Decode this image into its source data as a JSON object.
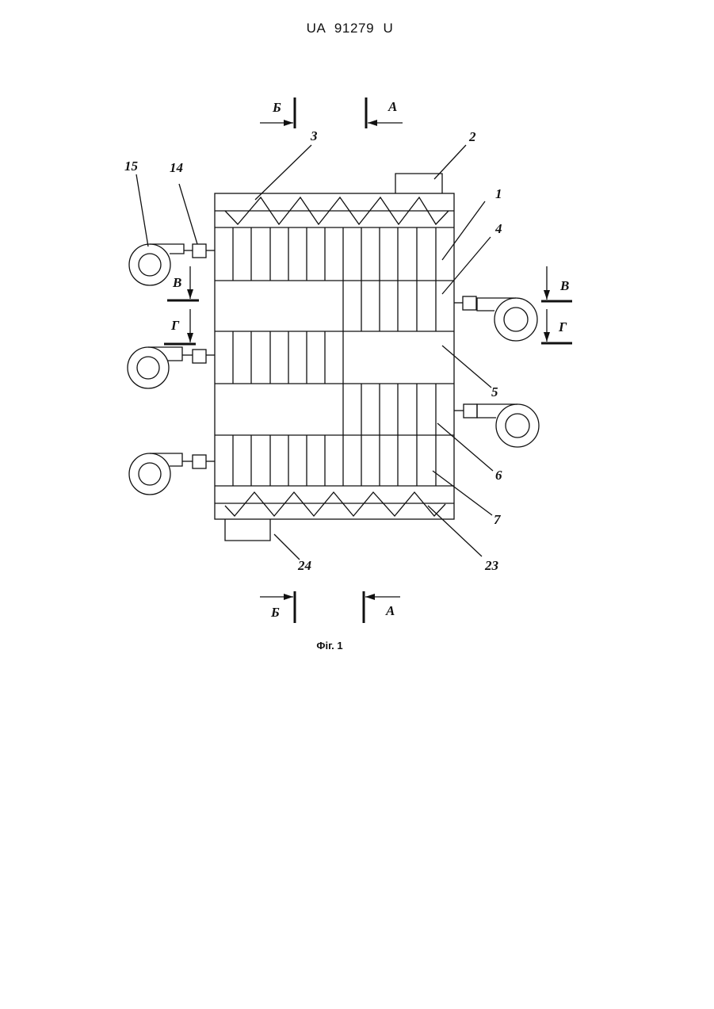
{
  "header": {
    "doc_number": "UA   91279   U"
  },
  "figure": {
    "caption": "Фіг. 1",
    "reference_numerals": {
      "n1": "1",
      "n2": "2",
      "n3": "3",
      "n4": "4",
      "n5": "5",
      "n6": "6",
      "n7": "7",
      "n14": "14",
      "n15": "15",
      "n23": "23",
      "n24": "24"
    },
    "section_labels": {
      "top_b": "Б",
      "top_a": "А",
      "bottom_b": "Б",
      "bottom_a": "А",
      "left_v": "В",
      "left_g": "Г",
      "right_v": "В",
      "right_g": "Г"
    }
  }
}
